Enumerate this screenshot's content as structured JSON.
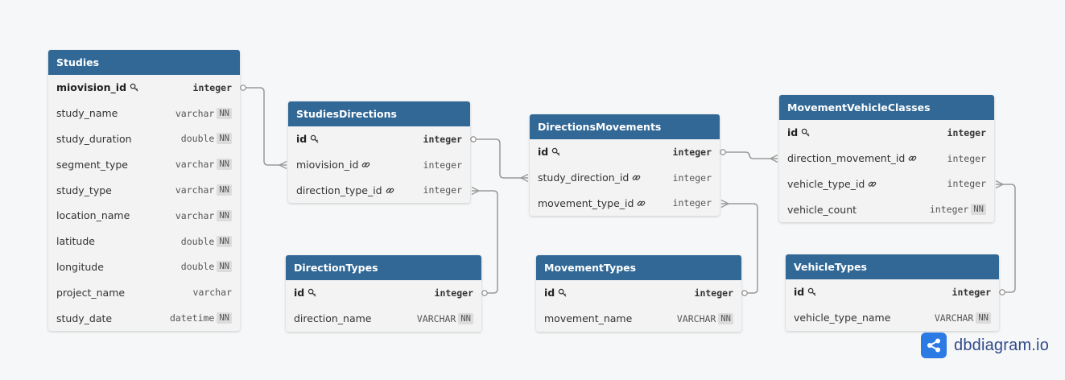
{
  "tables": [
    {
      "id": "studies",
      "name": "Studies",
      "fields": [
        {
          "name": "miovision_id",
          "type": "integer",
          "pk": true,
          "fk": false,
          "nn": false
        },
        {
          "name": "study_name",
          "type": "varchar",
          "pk": false,
          "fk": false,
          "nn": true
        },
        {
          "name": "study_duration",
          "type": "double",
          "pk": false,
          "fk": false,
          "nn": true
        },
        {
          "name": "segment_type",
          "type": "varchar",
          "pk": false,
          "fk": false,
          "nn": true
        },
        {
          "name": "study_type",
          "type": "varchar",
          "pk": false,
          "fk": false,
          "nn": true
        },
        {
          "name": "location_name",
          "type": "varchar",
          "pk": false,
          "fk": false,
          "nn": true
        },
        {
          "name": "latitude",
          "type": "double",
          "pk": false,
          "fk": false,
          "nn": true
        },
        {
          "name": "longitude",
          "type": "double",
          "pk": false,
          "fk": false,
          "nn": true
        },
        {
          "name": "project_name",
          "type": "varchar",
          "pk": false,
          "fk": false,
          "nn": false
        },
        {
          "name": "study_date",
          "type": "datetime",
          "pk": false,
          "fk": false,
          "nn": true
        }
      ]
    },
    {
      "id": "studies-directions",
      "name": "StudiesDirections",
      "fields": [
        {
          "name": "id",
          "type": "integer",
          "pk": true,
          "fk": false,
          "nn": false
        },
        {
          "name": "miovision_id",
          "type": "integer",
          "pk": false,
          "fk": true,
          "nn": false
        },
        {
          "name": "direction_type_id",
          "type": "integer",
          "pk": false,
          "fk": true,
          "nn": false
        }
      ]
    },
    {
      "id": "direction-types",
      "name": "DirectionTypes",
      "fields": [
        {
          "name": "id",
          "type": "integer",
          "pk": true,
          "fk": false,
          "nn": false
        },
        {
          "name": "direction_name",
          "type": "VARCHAR",
          "pk": false,
          "fk": false,
          "nn": true
        }
      ]
    },
    {
      "id": "directions-movements",
      "name": "DirectionsMovements",
      "fields": [
        {
          "name": "id",
          "type": "integer",
          "pk": true,
          "fk": false,
          "nn": false
        },
        {
          "name": "study_direction_id",
          "type": "integer",
          "pk": false,
          "fk": true,
          "nn": false
        },
        {
          "name": "movement_type_id",
          "type": "integer",
          "pk": false,
          "fk": true,
          "nn": false
        }
      ]
    },
    {
      "id": "movement-types",
      "name": "MovementTypes",
      "fields": [
        {
          "name": "id",
          "type": "integer",
          "pk": true,
          "fk": false,
          "nn": false
        },
        {
          "name": "movement_name",
          "type": "VARCHAR",
          "pk": false,
          "fk": false,
          "nn": true
        }
      ]
    },
    {
      "id": "movement-vehicle-classes",
      "name": "MovementVehicleClasses",
      "fields": [
        {
          "name": "id",
          "type": "integer",
          "pk": true,
          "fk": false,
          "nn": false
        },
        {
          "name": "direction_movement_id",
          "type": "integer",
          "pk": false,
          "fk": true,
          "nn": false
        },
        {
          "name": "vehicle_type_id",
          "type": "integer",
          "pk": false,
          "fk": true,
          "nn": false
        },
        {
          "name": "vehicle_count",
          "type": "integer",
          "pk": false,
          "fk": false,
          "nn": true
        }
      ]
    },
    {
      "id": "vehicle-types",
      "name": "VehicleTypes",
      "fields": [
        {
          "name": "id",
          "type": "integer",
          "pk": true,
          "fk": false,
          "nn": false
        },
        {
          "name": "vehicle_type_name",
          "type": "VARCHAR",
          "pk": false,
          "fk": false,
          "nn": true
        }
      ]
    }
  ],
  "relationships": [
    {
      "from": "studies.miovision_id",
      "to": "studies-directions.miovision_id"
    },
    {
      "from": "direction-types.id",
      "to": "studies-directions.direction_type_id"
    },
    {
      "from": "studies-directions.id",
      "to": "directions-movements.study_direction_id"
    },
    {
      "from": "movement-types.id",
      "to": "directions-movements.movement_type_id"
    },
    {
      "from": "directions-movements.id",
      "to": "movement-vehicle-classes.direction_movement_id"
    },
    {
      "from": "vehicle-types.id",
      "to": "movement-vehicle-classes.vehicle_type_id"
    }
  ],
  "nn_label": "NN",
  "icons": {
    "primary_key": "key-icon",
    "foreign_key": "link-icon"
  },
  "colors": {
    "header": "#316896",
    "header_text": "#ffffff",
    "body": "#f3f3f3",
    "connector": "#9a9a9a",
    "brand": "#2c7be5"
  },
  "brand": {
    "name": "dbdiagram.io"
  }
}
